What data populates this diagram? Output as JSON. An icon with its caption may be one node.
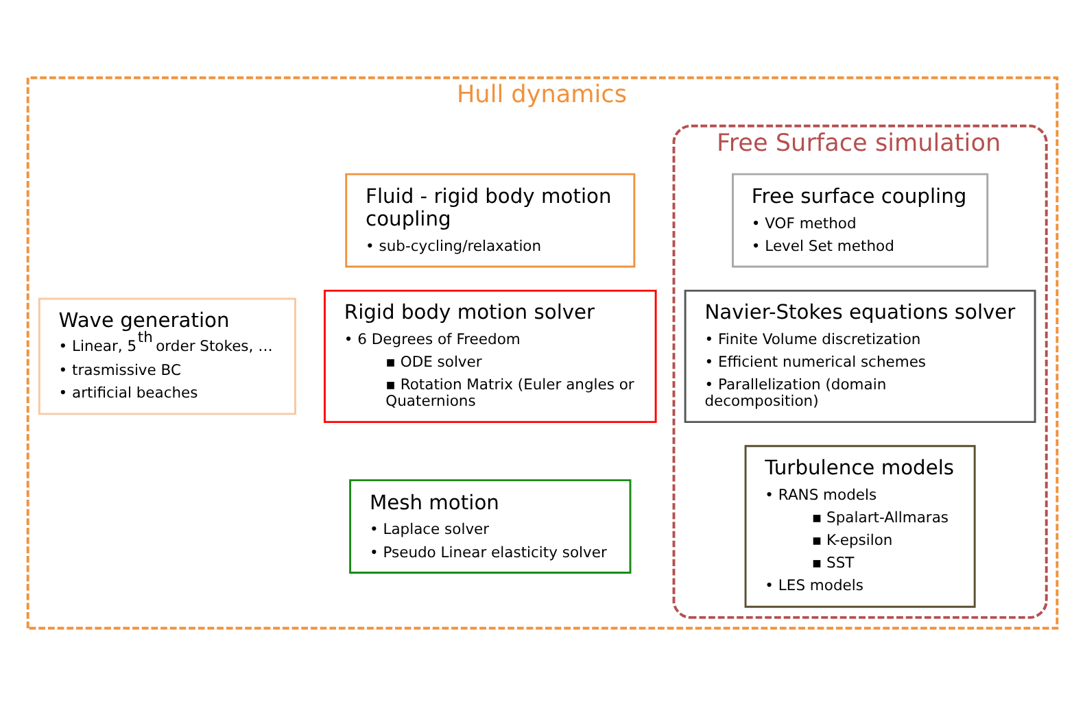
{
  "diagram": {
    "nodes": [
      {
        "text": [
          "Hull dynamics"
        ]
      },
      {
        "text": [
          "Free Surface simulation"
        ],
        "in": 0
      },
      {
        "text": [
          "Fluid - rigid body motion coupling",
          "• sub-cycling/relaxation"
        ],
        "in": 0
      },
      {
        "text": [
          "Rigid body motion solver",
          "• 6 Degrees of Freedom",
          "▪ ODE solver",
          "▪ Rotation Matrix (Euler angles or Quaternions"
        ],
        "in": 0
      },
      {
        "text": [
          "Wave generation",
          "• Linear, 5$^{th}$ order Stokes, …",
          "• trasmissive BC",
          "• artificial beaches"
        ],
        "in": 0
      },
      {
        "text": [
          "Free surface coupling",
          "• VOF method",
          "• Level Set method"
        ],
        "in": 1
      },
      {
        "text": [
          "Navier-Stokes equations solver",
          "• Finite Volume discretization",
          "• Efficient numerical schemes",
          "• Parallelization (domain decomposition)"
        ],
        "in": 1
      },
      {
        "text": [
          "Mesh motion",
          "• Laplace solver",
          "• Pseudo Linear elasticity solver"
        ],
        "in": 0
      },
      {
        "text": [
          "Turbulence models",
          "• RANS models",
          "▪ Spalart-Allmaras",
          "▪ K-epsilon",
          "▪ SST",
          "• LES models"
        ],
        "in": 1
      }
    ],
    "edges": []
  }
}
